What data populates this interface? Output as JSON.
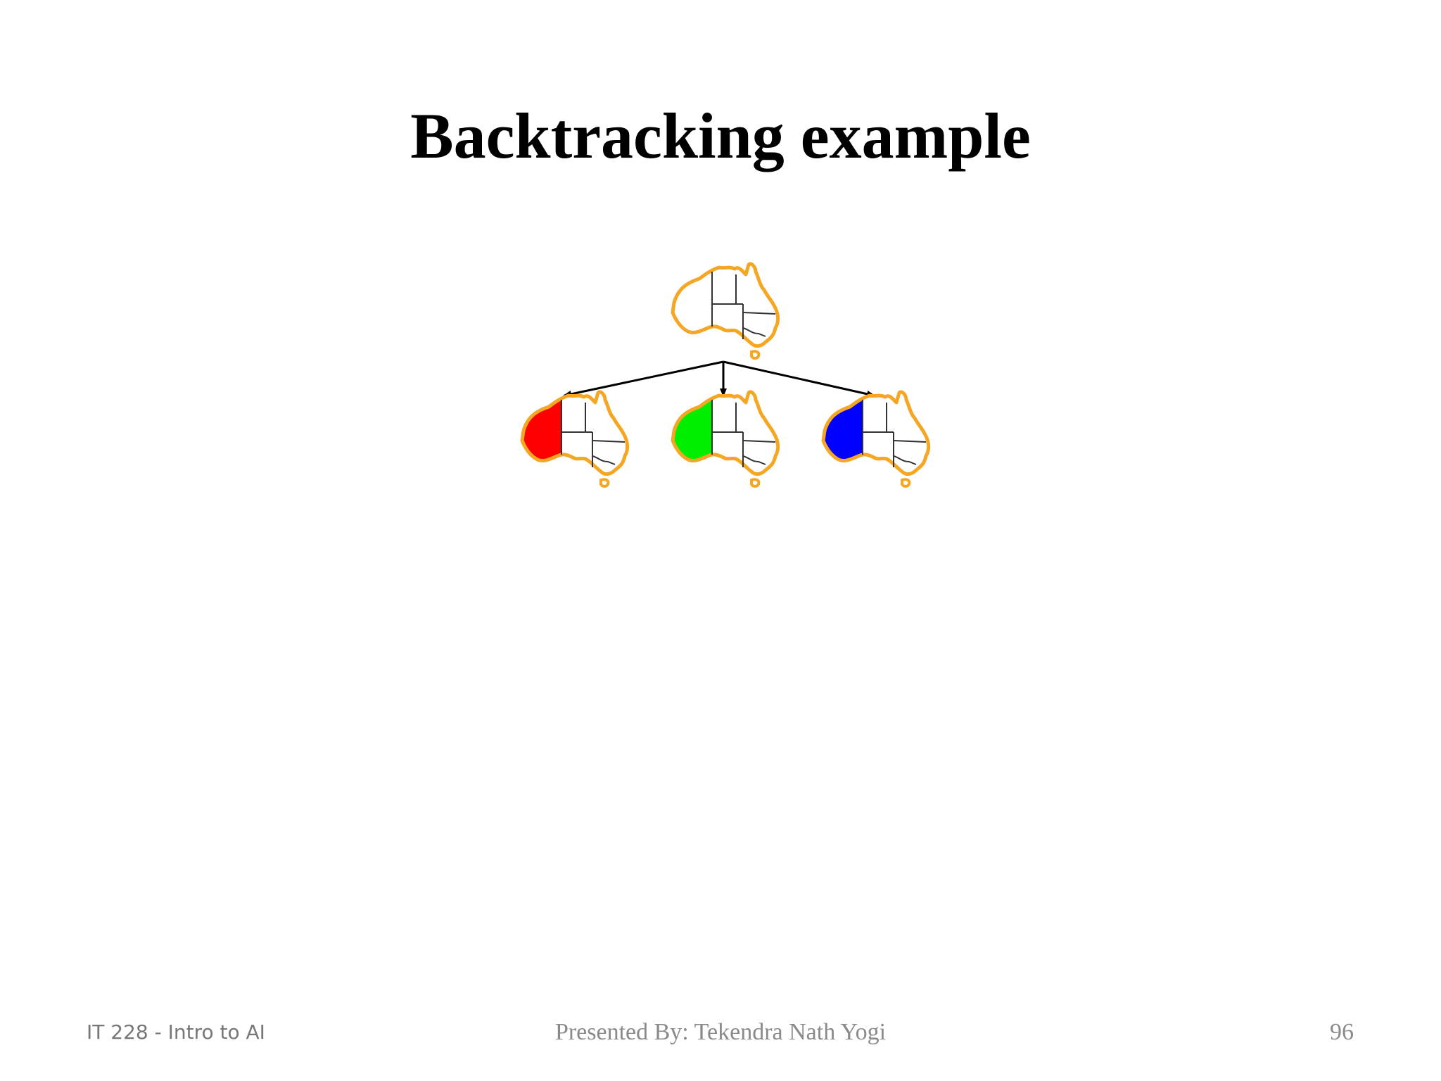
{
  "slide": {
    "title": "Backtracking example"
  },
  "diagram": {
    "outline_color": "#f5a623",
    "border_color": "#333333",
    "arrow_color": "#000000",
    "children": [
      {
        "name": "red",
        "fill": "#ff0000"
      },
      {
        "name": "green",
        "fill": "#00ee00"
      },
      {
        "name": "blue",
        "fill": "#0000ff"
      }
    ]
  },
  "footer": {
    "course": "IT 228 - Intro to AI",
    "presenter": "Presented By: Tekendra Nath Yogi",
    "page_number": "96"
  }
}
